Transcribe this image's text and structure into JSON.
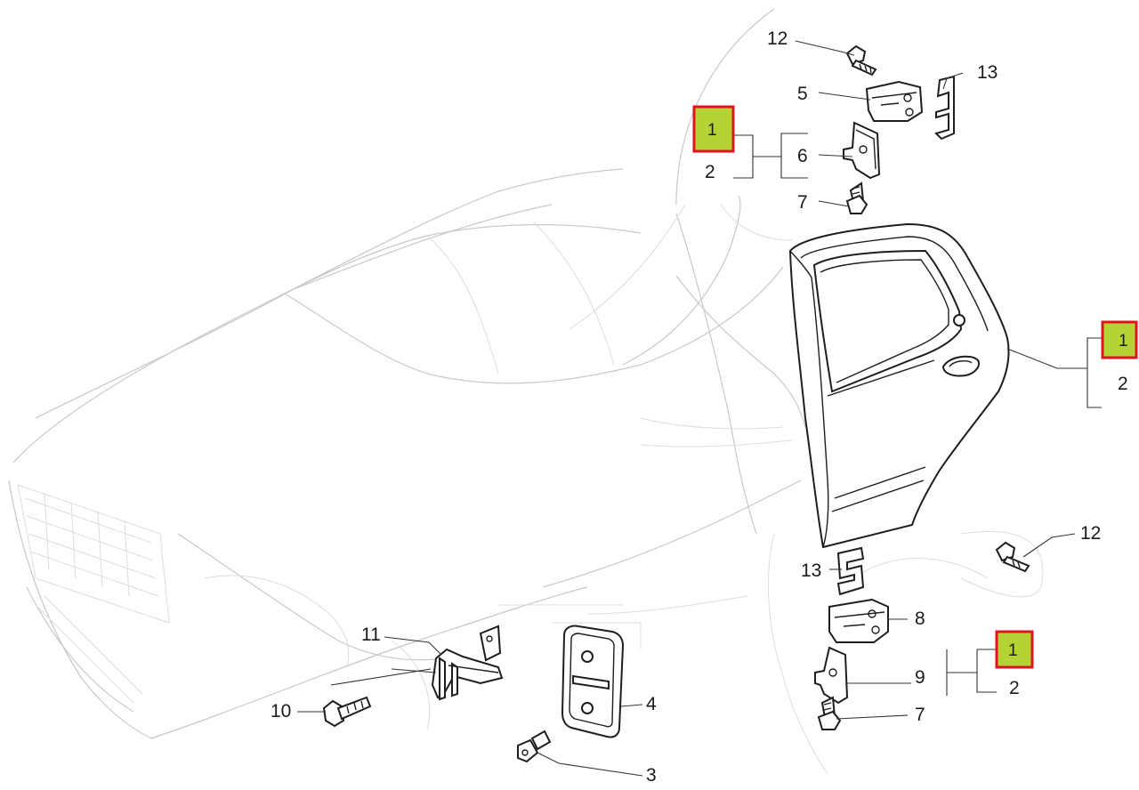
{
  "callouts": {
    "c12_top": "12",
    "c5": "5",
    "c13_top": "13",
    "c1_top": "1",
    "c2_top": "2",
    "c6": "6",
    "c7_top": "7",
    "c1_right": "1",
    "c2_right": "2",
    "c12_bottom": "12",
    "c13_bottom": "13",
    "c8": "8",
    "c1_bottom": "1",
    "c9": "9",
    "c2_bottom": "2",
    "c7_bottom": "7",
    "c11": "11",
    "c10": "10",
    "c4": "4",
    "c3": "3"
  },
  "colors": {
    "highlight_fill": "#b5d334",
    "highlight_border": "#e0141e",
    "line": "#1e1e1e",
    "ghost": "#c8c8c8",
    "background": "#ffffff"
  }
}
